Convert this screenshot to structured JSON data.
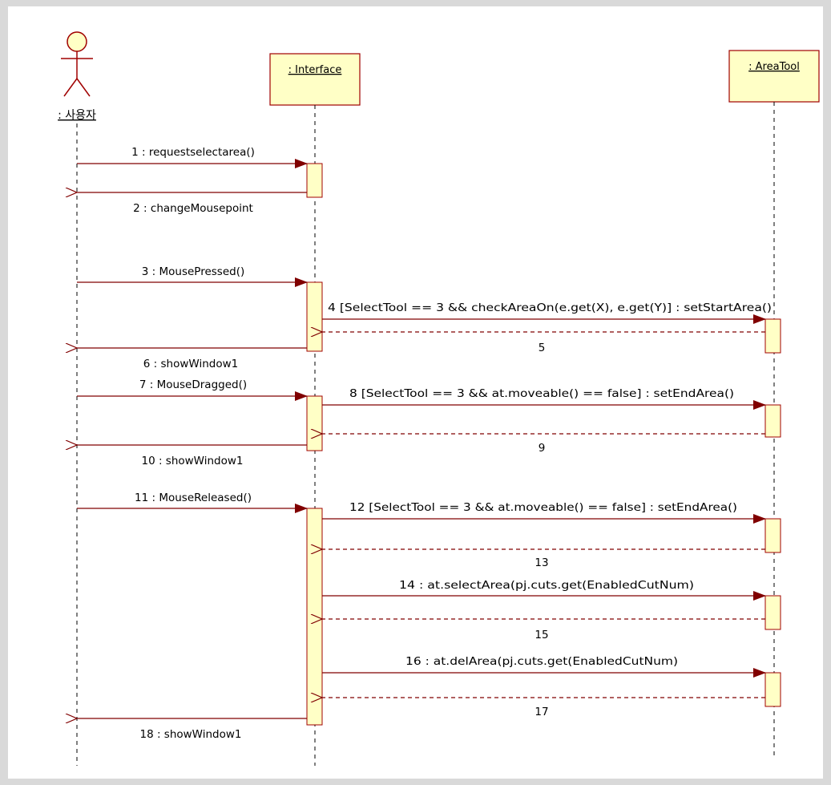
{
  "colors": {
    "background": "#d9d9d9",
    "canvas": "#ffffff",
    "box_fill": "#ffffc6",
    "box_stroke": "#a00000",
    "message": "#800000",
    "text": "#000000"
  },
  "participants": [
    {
      "id": "actor",
      "label": ": 사용자",
      "kind": "actor-icon"
    },
    {
      "id": "interface",
      "label": ": Interface",
      "kind": "object"
    },
    {
      "id": "areatool",
      "label": ": AreaTool",
      "kind": "object"
    }
  ],
  "messages": [
    {
      "label": "1 : requestselectarea()",
      "from": "actor",
      "to": "interface",
      "type": "sync"
    },
    {
      "label": "2 : changeMousepoint",
      "from": "interface",
      "to": "actor",
      "type": "return"
    },
    {
      "label": "3 : MousePressed()",
      "from": "actor",
      "to": "interface",
      "type": "sync"
    },
    {
      "label": "4 [SelectTool == 3 && checkAreaOn(e.get(X), e.get(Y)] : setStartArea()",
      "from": "interface",
      "to": "areatool",
      "type": "sync"
    },
    {
      "label": "5",
      "from": "areatool",
      "to": "interface",
      "type": "return-dashed"
    },
    {
      "label": "6 : showWindow1",
      "from": "interface",
      "to": "actor",
      "type": "return"
    },
    {
      "label": "7 : MouseDragged()",
      "from": "actor",
      "to": "interface",
      "type": "sync"
    },
    {
      "label": "8 [SelectTool == 3 && at.moveable() == false] : setEndArea()",
      "from": "interface",
      "to": "areatool",
      "type": "sync"
    },
    {
      "label": "9",
      "from": "areatool",
      "to": "interface",
      "type": "return-dashed"
    },
    {
      "label": "10 : showWindow1",
      "from": "interface",
      "to": "actor",
      "type": "return"
    },
    {
      "label": "11 : MouseReleased()",
      "from": "actor",
      "to": "interface",
      "type": "sync"
    },
    {
      "label": "12 [SelectTool == 3 && at.moveable() == false] : setEndArea()",
      "from": "interface",
      "to": "areatool",
      "type": "sync"
    },
    {
      "label": "13",
      "from": "areatool",
      "to": "interface",
      "type": "return-dashed"
    },
    {
      "label": "14 : at.selectArea(pj.cuts.get(EnabledCutNum)",
      "from": "interface",
      "to": "areatool",
      "type": "sync"
    },
    {
      "label": "15",
      "from": "areatool",
      "to": "interface",
      "type": "return-dashed"
    },
    {
      "label": "16 : at.delArea(pj.cuts.get(EnabledCutNum)",
      "from": "interface",
      "to": "areatool",
      "type": "sync"
    },
    {
      "label": "17",
      "from": "areatool",
      "to": "interface",
      "type": "return-dashed"
    },
    {
      "label": "18 : showWindow1",
      "from": "interface",
      "to": "actor",
      "type": "return"
    }
  ]
}
